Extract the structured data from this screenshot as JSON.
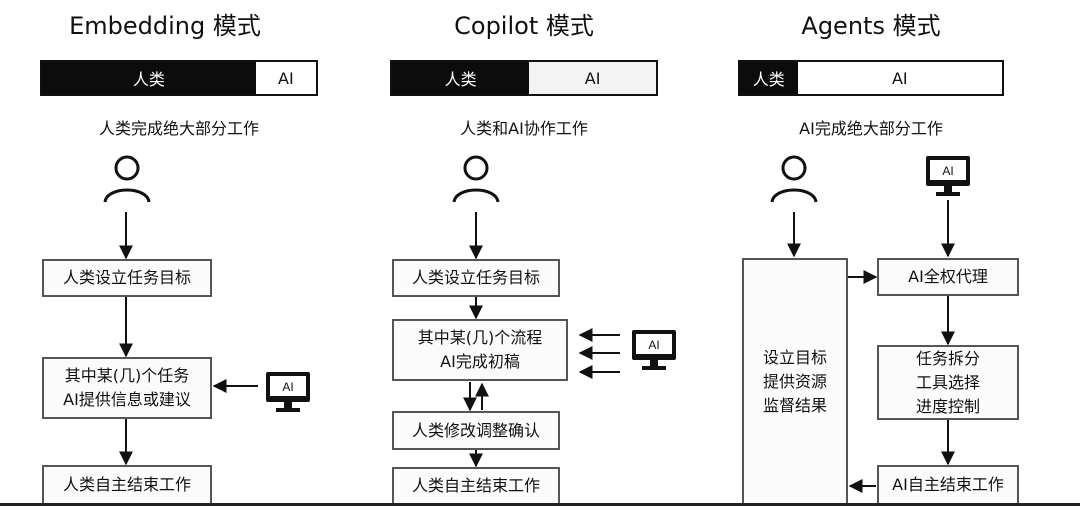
{
  "columns": [
    {
      "title": "Embedding 模式",
      "bar": {
        "human_label": "人类",
        "ai_label": "AI",
        "human_share": 0.78
      },
      "caption": "人类完成绝大部分工作",
      "steps": [
        "人类设立任务目标",
        "其中某(几)个任务\nAI提供信息或建议",
        "人类自主结束工作"
      ],
      "monitor_label": "AI"
    },
    {
      "title": "Copilot 模式",
      "bar": {
        "human_label": "人类",
        "ai_label": "AI",
        "human_share": 0.52
      },
      "caption": "人类和AI协作工作",
      "steps": [
        "人类设立任务目标",
        "其中某(几)个流程\nAI完成初稿",
        "人类修改调整确认",
        "人类自主结束工作"
      ],
      "monitor_label": "AI"
    },
    {
      "title": "Agents 模式",
      "bar": {
        "human_label": "人类",
        "ai_label": "AI",
        "human_share": 0.22
      },
      "caption": "AI完成绝大部分工作",
      "human_box": "设立目标\n提供资源\n监督结果",
      "steps": [
        "AI全权代理",
        "任务拆分\n工具选择\n进度控制",
        "AI自主结束工作"
      ],
      "monitor_label": "AI"
    }
  ]
}
